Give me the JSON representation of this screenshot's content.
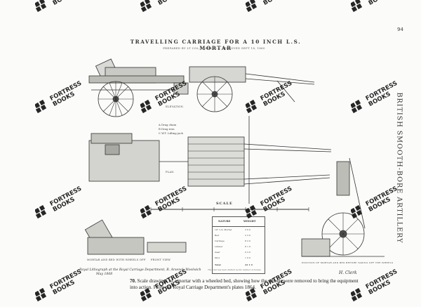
{
  "page_number": "94",
  "plate": {
    "title": "TRAVELLING CARRIAGE FOR A 10 INCH L.S. MORTAR",
    "subtitle": "PREPARED BY LT COL. CLERK, R.A.          APPROVED SEPT 18, 1860"
  },
  "side_title": "BRITISH SMOOTH-BORE ARTILLERY",
  "view_labels": {
    "elevation": "ELEVATION.",
    "plan": "PLAN.",
    "scale": "SCALE",
    "mortar_wheels_off": "MORTAR AND BED WITH WHEELS OFF",
    "front_view": "FRONT VIEW",
    "front_of_carriage": "POSITION OF MORTAR AND BED BEFORE TAKING OFF THE WHEELS"
  },
  "legend": [
    "A  Drag chain",
    "B  Drag iron",
    "C  W.T. Lifting jack"
  ],
  "spec_table": {
    "headers": [
      "NATURE",
      "WEIGHT"
    ],
    "rows": [
      [
        "10\" L.S. Mortar",
        "3 0 0"
      ],
      [
        "Bed",
        "2 3 0"
      ],
      [
        "Carriage",
        "8 2 0"
      ],
      [
        "Limber",
        "6 1 0"
      ],
      [
        "Gear",
        "0 3 0"
      ],
      [
        "Shot",
        "1 0 0"
      ],
      [
        "Total",
        "22 1 0"
      ]
    ],
    "note": "The total has been divided by the number of horses."
  },
  "litho_note": "Royal Lithograph at the Royal Carriage Department, R. Arsenal, Woolwich",
  "litho_date": "May 1868",
  "signature": "H. Clerk",
  "caption": {
    "number": "70.",
    "text": "Scale drawings of a mortar with a wheeled bed, showing how the wheels were removed to bring the equipment into action. From the Royal Carriage Department's plates 1864."
  },
  "watermark": {
    "line1": "FORTRESS",
    "line2": "BOOKS"
  },
  "colors": {
    "ink": "#2a2a2a",
    "paper": "#fbfbf9",
    "watermark": "#1b1b1b"
  }
}
